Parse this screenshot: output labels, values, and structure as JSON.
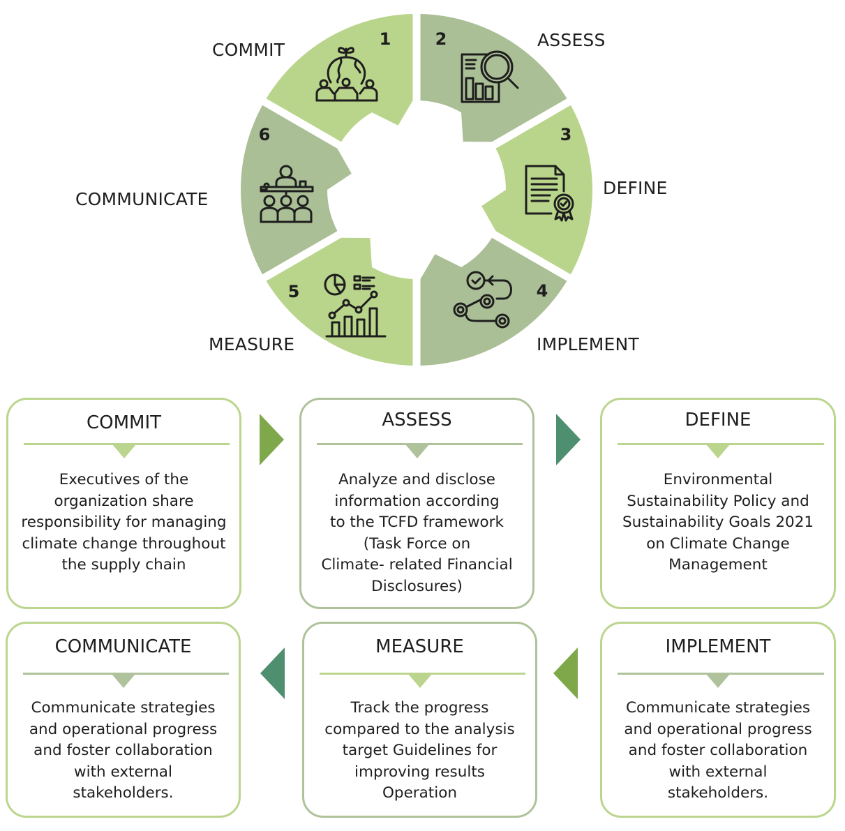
{
  "colors": {
    "light_green": "#b9d48b",
    "sage": "#abbf96",
    "arrow_green": "#7ea84a",
    "arrow_teal": "#4e8f6f",
    "text": "#1e1e1e"
  },
  "wheel": {
    "segments": [
      {
        "number": "1",
        "label": "COMMIT",
        "icon": "globe-people-sprout-icon",
        "color": "light_green"
      },
      {
        "number": "2",
        "label": "ASSESS",
        "icon": "report-magnifier-icon",
        "color": "sage"
      },
      {
        "number": "3",
        "label": "DEFINE",
        "icon": "document-certificate-icon",
        "color": "light_green"
      },
      {
        "number": "4",
        "label": "IMPLEMENT",
        "icon": "gears-process-icon",
        "color": "sage"
      },
      {
        "number": "5",
        "label": "MEASURE",
        "icon": "analytics-chart-icon",
        "color": "light_green"
      },
      {
        "number": "6",
        "label": "COMMUNICATE",
        "icon": "presentation-audience-icon",
        "color": "sage"
      }
    ]
  },
  "cards": [
    {
      "title": "COMMIT",
      "body": "Executives of the\norganization share\nresponsibility for managing\nclimate change throughout\nthe supply chain"
    },
    {
      "title": "ASSESS",
      "body": "Analyze and disclose\ninformation according\nto the TCFD framework\n(Task Force on\nClimate- related Financial\nDisclosures)"
    },
    {
      "title": "DEFINE",
      "body": "Environmental\nSustainability Policy and\nSustainability Goals 2021\non Climate Change\nManagement"
    },
    {
      "title": "COMMUNICATE",
      "body": "Communicate strategies\nand operational progress\nand foster collaboration\nwith external\nstakeholders."
    },
    {
      "title": "MEASURE",
      "body": "Track the progress\ncompared to the analysis\ntarget Guidelines for\nimproving results\nOperation"
    },
    {
      "title": "IMPLEMENT",
      "body": "Communicate strategies\nand operational progress\nand foster collaboration\nwith external\nstakeholders."
    }
  ],
  "flow_arrows": [
    {
      "direction": "right",
      "color": "arrow_green"
    },
    {
      "direction": "right",
      "color": "arrow_teal"
    },
    {
      "direction": "left",
      "color": "arrow_teal"
    },
    {
      "direction": "left",
      "color": "arrow_green"
    }
  ]
}
